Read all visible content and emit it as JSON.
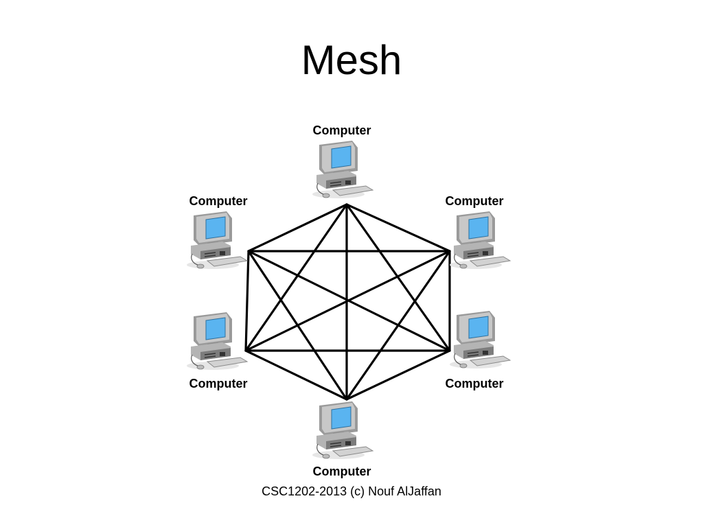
{
  "slide": {
    "title": "Mesh",
    "footer": "CSC1202-2013 (c) Nouf AlJaffan"
  },
  "diagram": {
    "nodes": [
      {
        "id": "top",
        "label": "Computer",
        "icon": "computer-icon"
      },
      {
        "id": "upper-right",
        "label": "Computer",
        "icon": "computer-icon"
      },
      {
        "id": "lower-right",
        "label": "Computer",
        "icon": "computer-icon"
      },
      {
        "id": "bottom",
        "label": "Computer",
        "icon": "computer-icon"
      },
      {
        "id": "lower-left",
        "label": "Computer",
        "icon": "computer-icon"
      },
      {
        "id": "upper-left",
        "label": "Computer",
        "icon": "computer-icon"
      }
    ],
    "connections": "full-mesh",
    "colors": {
      "link": "#000000",
      "screen": "#5ab4f0",
      "case": "#c8c8c8"
    }
  }
}
